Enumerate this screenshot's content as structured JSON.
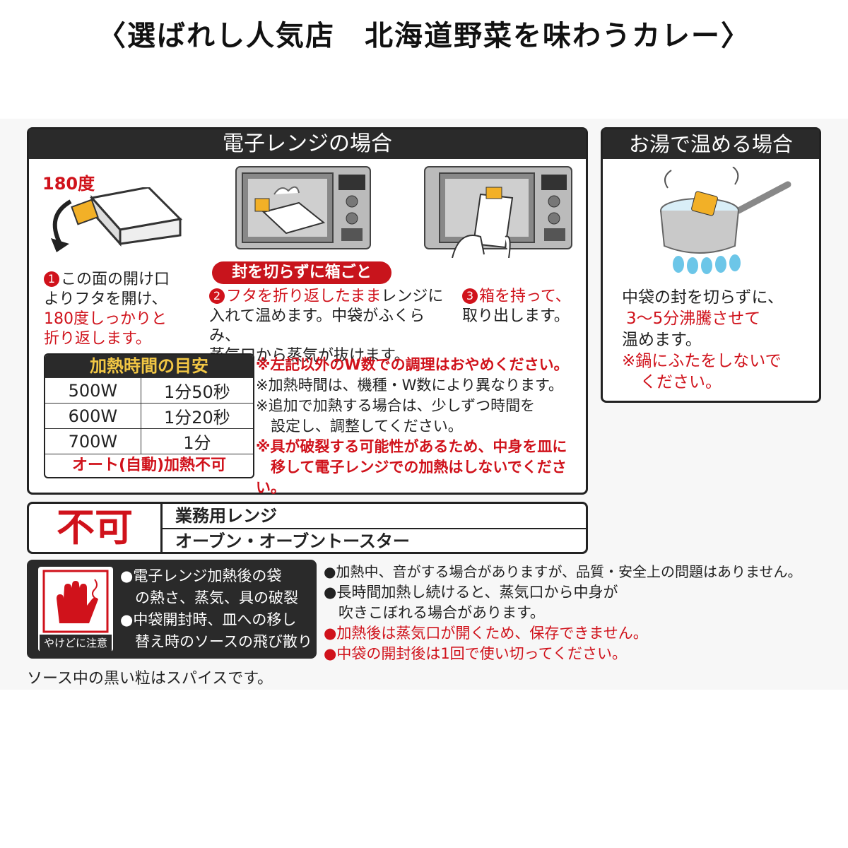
{
  "title": "〈選ばれし人気店　北海道野菜を味わうカレー〉",
  "microwave": {
    "header": "電子レンジの場合",
    "angle_label": "180度",
    "step1": {
      "num": "1",
      "line1": "この面の開け口",
      "line2": "よりフタを開け、",
      "line3_red": "180度しっかりと",
      "line4_red": "折り返します。"
    },
    "pill": "封を切らずに箱ごと",
    "step2": {
      "num": "2",
      "red": "フタを折り返したまま",
      "rest1": "レンジに",
      "line2": "入れて温めます。中袋がふくらみ、",
      "line3": "蒸気口から蒸気が抜けます。"
    },
    "step3": {
      "num": "3",
      "line1": "箱を持って、",
      "line2": "取り出します。"
    },
    "table": {
      "header": "加熱時間の目安",
      "rows": [
        {
          "watt": "500W",
          "time": "1分50秒"
        },
        {
          "watt": "600W",
          "time": "1分20秒"
        },
        {
          "watt": "700W",
          "time": "1分"
        }
      ],
      "footer": "オート(自動)加熱不可"
    },
    "notes": [
      {
        "text": "※左記以外のW数での調理はおやめください。",
        "red": true
      },
      {
        "text": "※加熱時間は、機種・W数により異なります。",
        "red": false
      },
      {
        "text": "※追加で加熱する場合は、少しずつ時間を",
        "red": false
      },
      {
        "text": "　設定し、調整してください。",
        "red": false
      },
      {
        "text": "※具が破裂する可能性があるため、中身を皿に",
        "red": true
      },
      {
        "text": "　移して電子レンジでの加熱はしないでください。",
        "red": true
      }
    ]
  },
  "boil": {
    "header": "お湯で温める場合",
    "line1": "中袋の封を切らずに、",
    "line2_red": "3～5分沸騰させて",
    "line3": "温めます。",
    "line4_red": "※鍋にふたをしないで",
    "line5_red": "ください。"
  },
  "fuka": {
    "label": "不可",
    "items": [
      "業務用レンジ",
      "オーブン・オーブントースター"
    ]
  },
  "caution": {
    "badge_label": "やけどに注意",
    "lines": [
      "●電子レンジ加熱後の袋",
      "　の熱さ、蒸気、具の破裂",
      "●中袋開封時、皿への移し",
      "　替え時のソースの飛び散り"
    ]
  },
  "bottom_notes": [
    {
      "text": "●加熱中、音がする場合がありますが、品質・安全上の問題はありません。",
      "red": false
    },
    {
      "text": "●長時間加熱し続けると、蒸気口から中身が",
      "red": false
    },
    {
      "text": "　吹きこぼれる場合があります。",
      "red": false
    },
    {
      "text": "●加熱後は蒸気口が開くため、保存できません。",
      "red": true
    },
    {
      "text": "●中袋の開封後は1回で使い切ってください。",
      "red": true
    }
  ],
  "footer_note": "ソース中の黒い粒はスパイスです。",
  "colors": {
    "accent_red": "#d0121b",
    "dark": "#2a2a2a",
    "package_yellow": "#f2b027",
    "flame_blue": "#6cc6e8"
  }
}
